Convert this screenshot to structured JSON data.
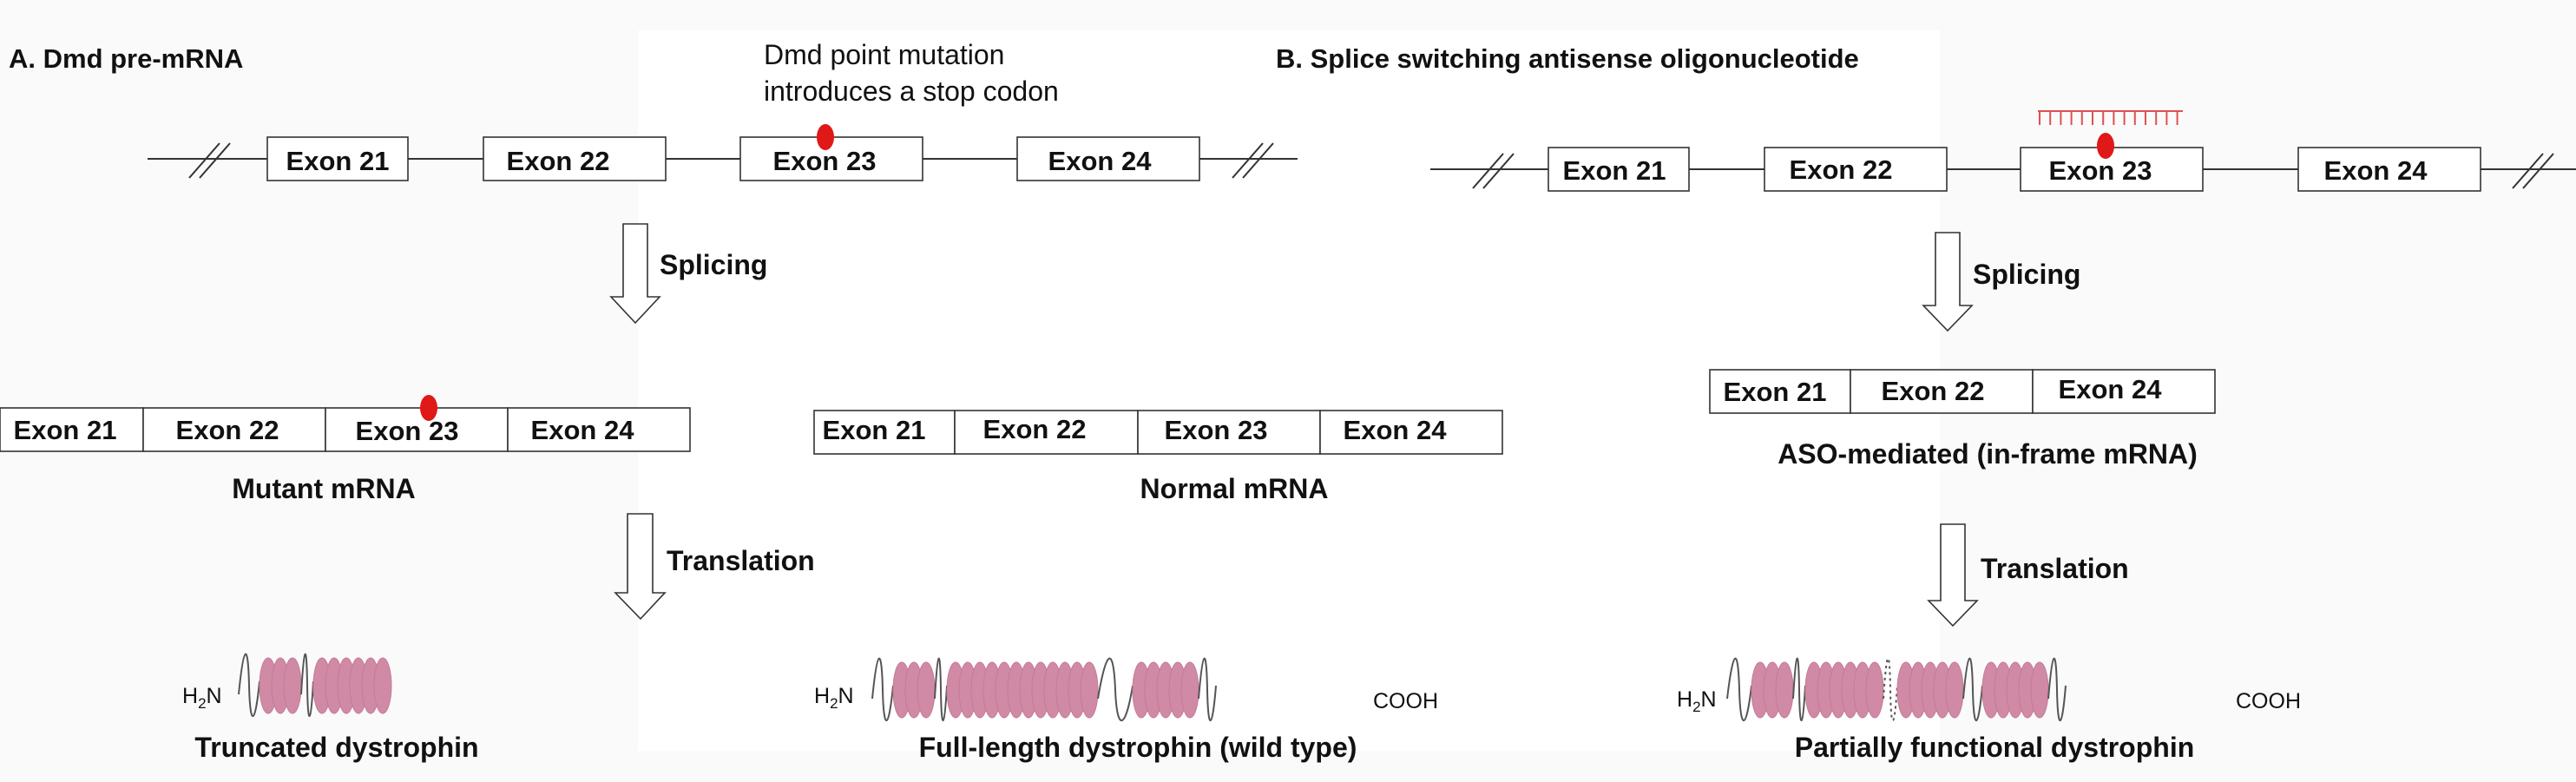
{
  "panelA": {
    "title": "A.  Dmd pre-mRNA",
    "mutation_note_line1": "Dmd point mutation",
    "mutation_note_line2": "introduces a stop codon",
    "premrna_exons": [
      "Exon 21",
      "Exon 22",
      "Exon 23",
      "Exon 24"
    ],
    "splicing_label": "Splicing",
    "mutant_exons": [
      "Exon 21",
      "Exon 22",
      "Exon 23",
      "Exon 24"
    ],
    "mutant_caption": "Mutant mRNA",
    "normal_exons": [
      "Exon 21",
      "Exon 22",
      "Exon 23",
      "Exon 24"
    ],
    "normal_caption": "Normal mRNA",
    "translation_label": "Translation",
    "truncated_nterm": "H",
    "truncated_nterm_sub": "2",
    "truncated_nterm_end": "N",
    "truncated_caption": "Truncated dystrophin",
    "full_nterm": "H",
    "full_nterm_sub": "2",
    "full_nterm_end": "N",
    "full_cterm": "COOH",
    "full_caption": "Full-length dystrophin (wild type)"
  },
  "panelB": {
    "title": "B.  Splice switching antisense oligonucleotide",
    "premrna_exons": [
      "Exon 21",
      "Exon 22",
      "Exon 23",
      "Exon 24"
    ],
    "splicing_label": "Splicing",
    "aso_exons": [
      "Exon 21",
      "Exon 22",
      "Exon 24"
    ],
    "aso_caption": "ASO-mediated (in-frame mRNA)",
    "translation_label": "Translation",
    "partial_nterm": "H",
    "partial_nterm_sub": "2",
    "partial_nterm_end": "N",
    "partial_cterm": "COOH",
    "partial_caption": "Partially functional dystrophin"
  },
  "colors": {
    "mutation_dot": "#e01818",
    "helix_fill": "#d08aa5",
    "aso_comb": "#e05050"
  }
}
